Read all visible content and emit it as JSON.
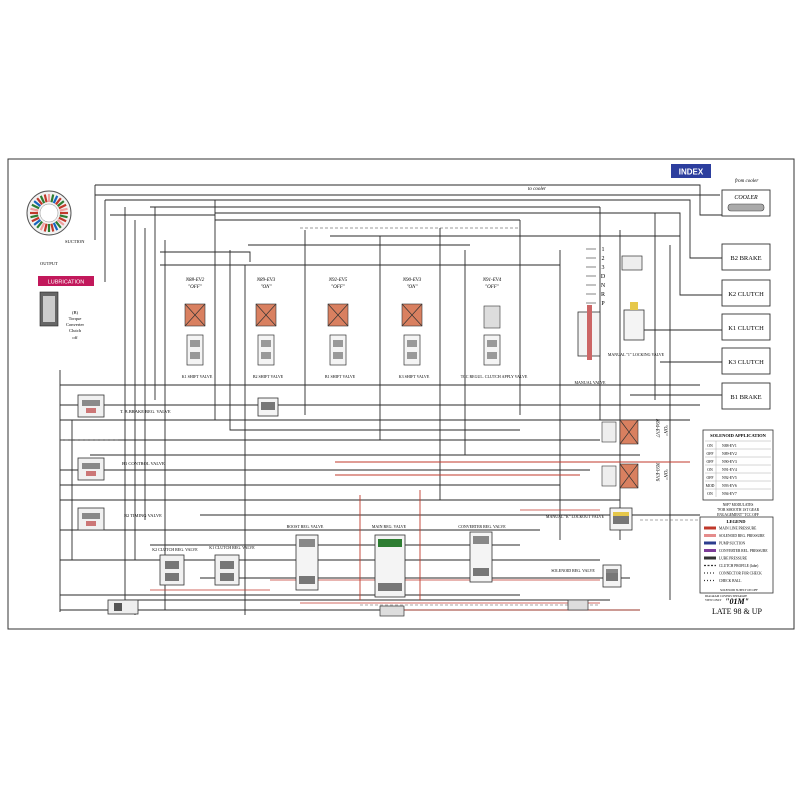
{
  "header": {
    "index_button": "INDEX",
    "from_cooler": "from cooler",
    "to_cooler": "to cooler",
    "cooler": "COOLER"
  },
  "left_panel": {
    "suction": "SUCTION",
    "output": "OUTPUT",
    "lubrication": "LUBRICATION",
    "torque_converter": [
      "(B)",
      "Torque",
      "Converter",
      "Clutch",
      "off"
    ],
    "valve_labels": [
      "T. B.BRAKE REG. VALVE",
      "B1 CONTROL VALVE",
      "B2 TIMING VALVE"
    ]
  },
  "solenoids": [
    {
      "name": "N88-EV2",
      "state": "\"OFF\"",
      "valve": "K1 SHIFT VALVE"
    },
    {
      "name": "N89-EV3",
      "state": "\"ON\"",
      "valve": "B2 SHIFT VALVE"
    },
    {
      "name": "N92-EV5",
      "state": "\"OFF\"",
      "valve": "B1 SHIFT VALVE"
    },
    {
      "name": "N90-EV3",
      "state": "\"ON\"",
      "valve": "K3 SHIFT VALVE"
    },
    {
      "name": "N91-EV4",
      "state": "\"OFF\"",
      "valve": "TCC REGUL. CLUTCH APPLY VALVE"
    }
  ],
  "selector": {
    "positions": [
      "1",
      "2",
      "3",
      "D",
      "N",
      "R",
      "P"
    ],
    "manual_valve": "MANUAL VALVE",
    "manual_lock": "MANUAL \"1\" LOCKING VALVE"
  },
  "outputs": [
    {
      "label": "B2 BRAKE"
    },
    {
      "label": "K2 CLUTCH"
    },
    {
      "label": "K1 CLUTCH"
    },
    {
      "label": "K3 CLUTCH"
    },
    {
      "label": "B1 BRAKE"
    }
  ],
  "right_solenoids": [
    {
      "name": "N94-EV7",
      "state": "\"ON\""
    },
    {
      "name": "N93-EV6",
      "state": "\"ON\""
    }
  ],
  "solenoid_table": {
    "title": "SOLENOID APPLICATION",
    "rows": [
      {
        "state": "ON",
        "name": "N88-EV1"
      },
      {
        "state": "OFF",
        "name": "N89-EV2"
      },
      {
        "state": "OFF",
        "name": "N90-EV3"
      },
      {
        "state": "ON",
        "name": "N91-EV4"
      },
      {
        "state": "OFF",
        "name": "N92-EV5"
      },
      {
        "state": "MOD",
        "name": "N93-EV6"
      },
      {
        "state": "ON",
        "name": "N94-EV7"
      }
    ],
    "note": [
      "N0P7 MODULATES",
      "\"FOR SMOOTH 1ST GEAR",
      "ENGAGEMENT\" TCC OFF"
    ]
  },
  "legend": {
    "title": "LEGEND",
    "items": [
      {
        "label": "MAIN LINE PRESSURE",
        "color": "#c0392b",
        "style": "solid"
      },
      {
        "label": "SOLENOID REG. PRESSURE",
        "color": "#e58c8c",
        "style": "solid"
      },
      {
        "label": "PUMP SUCTION",
        "color": "#2c3e8f",
        "style": "solid"
      },
      {
        "label": "CONVERTER REL. PRESSURE",
        "color": "#7d3c98",
        "style": "solid"
      },
      {
        "label": "LUBE PRESSURE",
        "color": "#333333",
        "style": "solid"
      },
      {
        "label": "CLUTCH PROFILE (lube)",
        "color": "#333333",
        "style": "dashed"
      },
      {
        "label": "CONNECTOR FOR CHECK",
        "color": "#333333",
        "style": "dot"
      },
      {
        "label": "CHECK BALL",
        "color": "#333333",
        "style": "dot"
      }
    ],
    "footnote": [
      "SOLENOID SUPPLY ON OFF",
      "DIAGRAM COVERS SEPARATE",
      "VIEW ONLY"
    ]
  },
  "lower_labels": {
    "boost_reg": "BOOST REG. VALVE",
    "main_reg": "MAIN REG. VALVE",
    "converter_reg": "CONVERTER REG. VALVE",
    "solenoid_reg": "SOLENOID REG. VALVE",
    "manual_k_lock": "MANUAL \"K\" LOCKOUT VALVE",
    "k2_reg": "K2 CLUTCH REG. VALVE",
    "k1_reg": "K1 CLUTCH REG. VALVE"
  },
  "footer": {
    "model": "\"01M\"",
    "years": "LATE 98 & UP"
  },
  "colors": {
    "main": "#c0392b",
    "solenoid_reg": "#e58c8c",
    "suction": "#2c3e8f",
    "line": "#2a2a2a",
    "index_bg": "#2c3e9e",
    "lube_bg": "#c2185b",
    "solenoid_coil": "#d98060"
  }
}
